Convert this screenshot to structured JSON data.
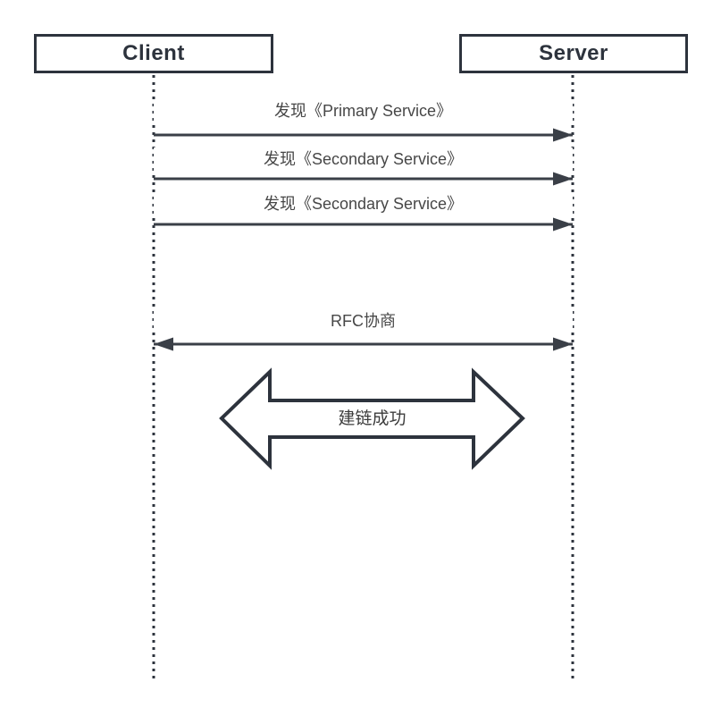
{
  "diagram": {
    "actors": [
      {
        "name": "Client"
      },
      {
        "name": "Server"
      }
    ],
    "messages": [
      {
        "from": "Client",
        "to": "Server",
        "label": "发现《Primary Service》"
      },
      {
        "from": "Client",
        "to": "Server",
        "label": "发现《Secondary Service》"
      },
      {
        "from": "Client",
        "to": "Server",
        "label": "发现《Secondary Service》"
      },
      {
        "from": "Client",
        "to": "Server",
        "direction": "bidirectional",
        "label": "RFC协商"
      },
      {
        "from": "Client",
        "to": "Server",
        "direction": "bidirectional",
        "style": "block-arrow",
        "label": "建链成功"
      }
    ],
    "colors": {
      "stroke": "#2d333d",
      "line": "#3a3f47",
      "title_text": "#2d333d",
      "label_text": "#474747",
      "background": "#ffffff"
    }
  }
}
